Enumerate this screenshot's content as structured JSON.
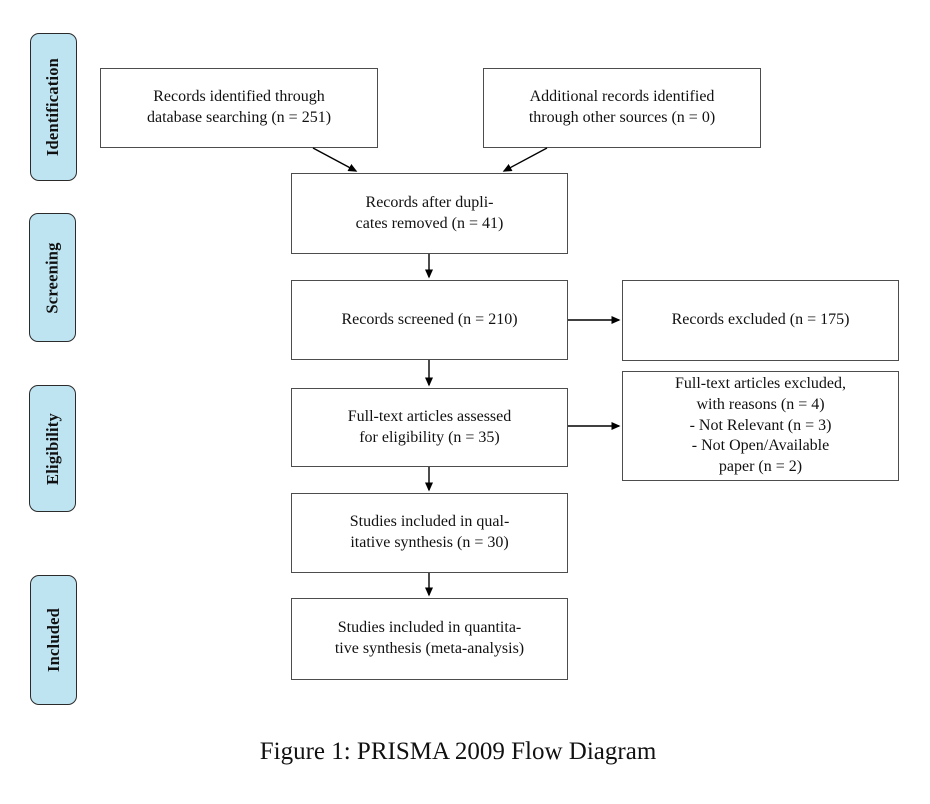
{
  "diagram": {
    "caption": "Figure 1: PRISMA 2009 Flow Diagram",
    "stages": [
      {
        "id": "identification",
        "label": "Identification"
      },
      {
        "id": "screening",
        "label": "Screening"
      },
      {
        "id": "eligibility",
        "label": "Eligibility"
      },
      {
        "id": "included",
        "label": "Included"
      }
    ],
    "boxes": {
      "records_identified": "Records identified through\ndatabase searching (n = 251)",
      "additional_records": "Additional records identified\nthrough other sources (n = 0)",
      "after_duplicates": "Records after dupli-\ncates removed (n = 41)",
      "records_screened": "Records screened (n = 210)",
      "records_excluded": "Records excluded (n = 175)",
      "fulltext_assessed": "Full-text articles assessed\nfor eligibility (n = 35)",
      "fulltext_excluded": "Full-text articles excluded,\nwith reasons (n = 4)\n- Not Relevant (n = 3)\n- Not Open/Available\npaper (n = 2)",
      "qualitative_synthesis": "Studies included in qual-\nitative synthesis (n = 30)",
      "quantitative_synthesis": "Studies included in quantita-\ntive synthesis (meta-analysis)"
    },
    "colors": {
      "stage_fill": "#bee4f2",
      "stage_border": "#2b2b2b",
      "box_border": "#4d4d4d",
      "arrow": "#000000",
      "background": "#ffffff"
    }
  }
}
